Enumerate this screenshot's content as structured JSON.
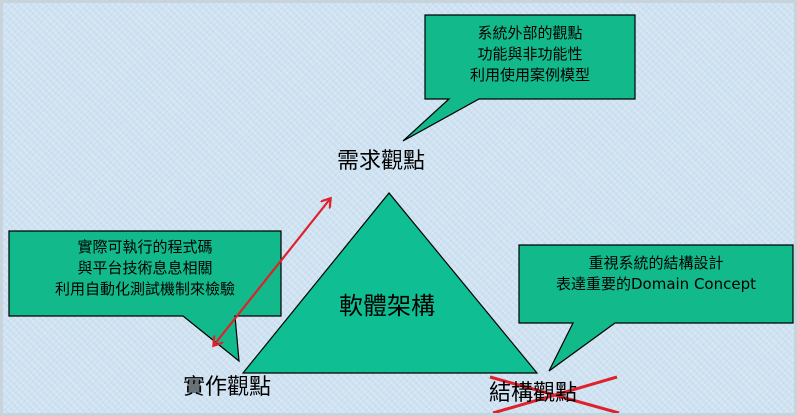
{
  "diagram": {
    "center_label": "軟體架構",
    "views": {
      "requirements": "需求觀點",
      "implementation": "實作觀點",
      "structure": "結構觀點"
    },
    "callouts": {
      "requirements": [
        "系統外部的觀點",
        "功能與非功能性",
        "利用使用案例模型"
      ],
      "implementation": [
        "實際可執行的程式碼",
        "與平台技術息息相關",
        "利用自動化測試機制來檢驗"
      ],
      "structure": [
        "重視系統的結構設計",
        "表達重要的Domain Concept"
      ]
    },
    "colors": {
      "triangle": "#0fbf93",
      "callout": "#12b98b",
      "outline": "#000000",
      "arrow": "#e0202a",
      "cross": "#e0202a",
      "background": "#cfe2f1"
    }
  }
}
